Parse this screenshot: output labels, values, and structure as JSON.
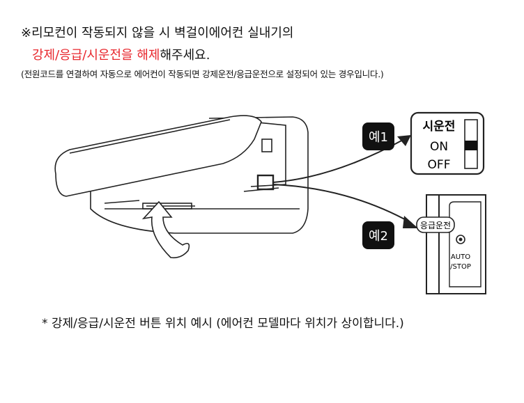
{
  "notice": {
    "line1": "※리모컨이 작동되지 않을 시 벽걸이에어컨 실내기의",
    "line2_red": "강제/응급/시운전을 해제",
    "line2_black": "해주세요.",
    "line3": "(전원코드를 연결하여 자동으로 에어컨이 작동되면 강제운전/응급운전으로 설정되어 있는 경우입니다.)"
  },
  "illustration": {
    "example1": {
      "badge": "예1",
      "title": "시운전",
      "on": "ON",
      "off": "OFF"
    },
    "example2": {
      "badge": "예2",
      "title": "응급운전",
      "auto": "AUTO",
      "stop": "/STOP"
    }
  },
  "caption": "*   강제/응급/시운전 버튼 위치 예시 (에어컨 모델마다 위치가 상이합니다.)",
  "colors": {
    "accent": "#e8262c"
  }
}
